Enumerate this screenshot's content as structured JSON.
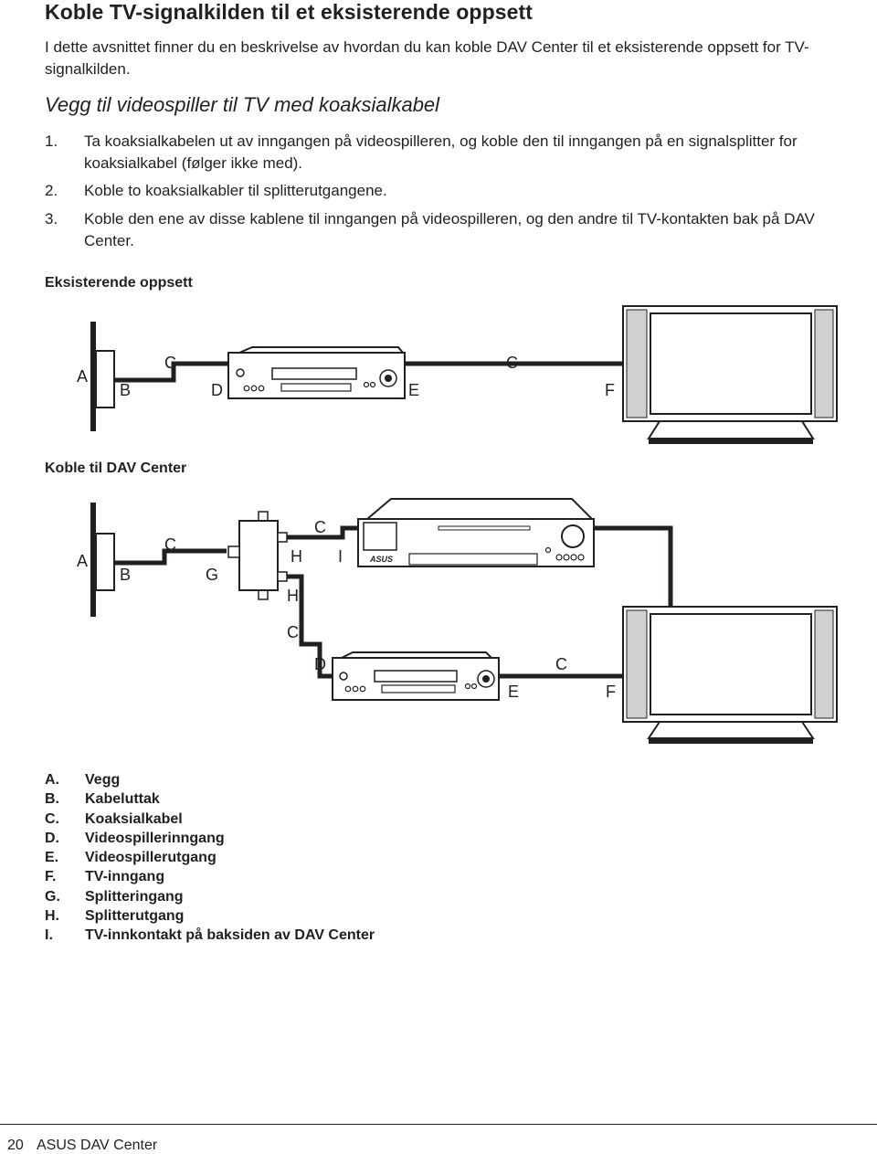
{
  "heading": "Koble TV-signalkilden til et eksisterende oppsett",
  "intro": "I dette avsnittet finner du en beskrivelse av hvordan du kan koble DAV Center til et eksisterende oppsett for TV-signalkilden.",
  "subheading": "Vegg til videospiller til TV med koaksialkabel",
  "steps": [
    {
      "num": "1.",
      "text": "Ta koaksialkabelen ut av inngangen på videospilleren, og koble den til inngangen på en signalsplitter for koaksialkabel (følger ikke med)."
    },
    {
      "num": "2.",
      "text": "Koble to koaksialkabler til splitterutgangene."
    },
    {
      "num": "3.",
      "text": "Koble den ene av disse kablene til inngangen på videospilleren, og den andre til TV-kontakten bak på DAV Center."
    }
  ],
  "diagram1": {
    "caption": "Eksisterende oppsett",
    "labels": {
      "A": "A",
      "B": "B",
      "C1": "C",
      "D": "D",
      "C2": "C",
      "E": "E",
      "F": "F"
    }
  },
  "diagram2": {
    "caption": "Koble til DAV Center",
    "labels": {
      "A": "A",
      "B": "B",
      "C1": "C",
      "G": "G",
      "H1": "H",
      "C2": "C",
      "I": "I",
      "H2": "H",
      "C3": "C",
      "D": "D",
      "C4": "C",
      "E": "E",
      "F": "F"
    },
    "brand": "ASUS"
  },
  "legend": [
    {
      "letter": "A.",
      "text": "Vegg"
    },
    {
      "letter": "B.",
      "text": "Kabeluttak"
    },
    {
      "letter": "C.",
      "text": "Koaksialkabel"
    },
    {
      "letter": "D.",
      "text": "Videospillerinngang"
    },
    {
      "letter": "E.",
      "text": "Videospillerutgang"
    },
    {
      "letter": "F.",
      "text": "TV-inngang"
    },
    {
      "letter": "G.",
      "text": "Splitteringang"
    },
    {
      "letter": "H.",
      "text": "Splitterutgang"
    },
    {
      "letter": "I.",
      "text": "TV-innkontakt på baksiden av DAV Center"
    }
  ],
  "footer": {
    "page": "20",
    "title": "ASUS DAV Center"
  }
}
